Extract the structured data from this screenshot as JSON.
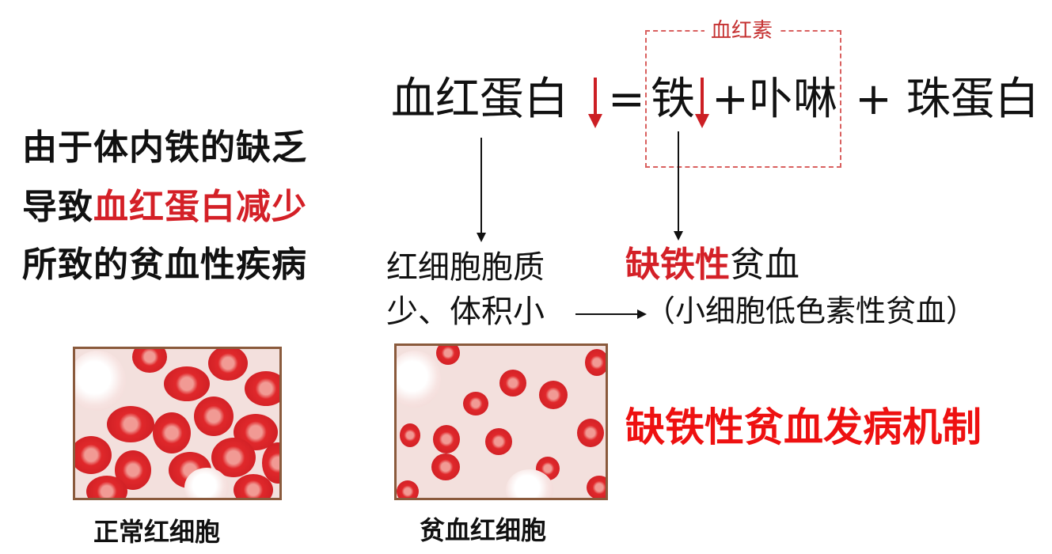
{
  "left_explanation": {
    "line1": "由于体内铁的缺乏",
    "line2_prefix": "导致",
    "line2_highlight": "血红蛋白减少",
    "line3": "所致的贫血性疾病"
  },
  "equation": {
    "hemoglobin": "血红蛋白",
    "equals": "=",
    "iron": "铁",
    "porphyrin": "+卟啉",
    "globin": "+ 珠蛋白",
    "heme_label": "血红素"
  },
  "effects": {
    "rbc_line1": "红细胞胞质",
    "rbc_line2": "少、体积小",
    "ida_red": "缺铁性",
    "ida_black": "贫血",
    "subtype": "（小细胞低色素性贫血）"
  },
  "images": {
    "normal_caption": "正常红细胞",
    "anemic_caption": "贫血红细胞"
  },
  "title": "缺铁性贫血发病机制",
  "colors": {
    "accent_red": "#ee1111",
    "dark_red": "#d42027",
    "dashed_box": "#d9605f"
  }
}
